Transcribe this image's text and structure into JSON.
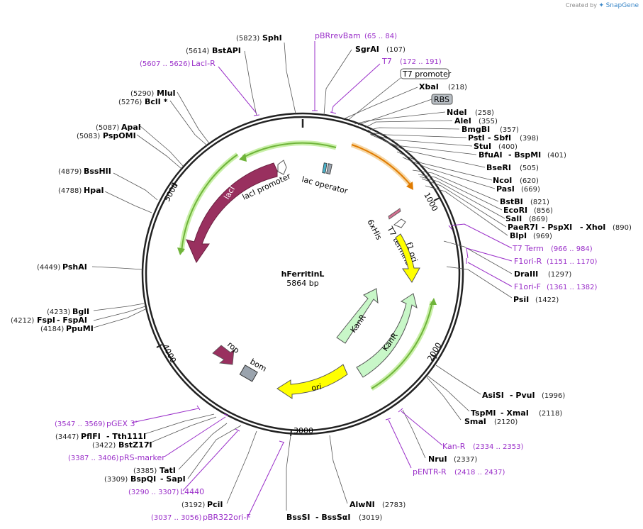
{
  "credit": {
    "prefix": "Created by",
    "brand": "SnapGene"
  },
  "plasmid": {
    "name": "hFerritinL",
    "length": "5864 bp",
    "total_bp": 5864
  },
  "ticks": [
    "1000",
    "2000",
    "3000",
    "4000",
    "5000"
  ],
  "sites": [
    {
      "name": "SphI",
      "coord": "(5823)"
    },
    {
      "name": "SgrAI",
      "coord": "(107)"
    },
    {
      "name": "XbaI",
      "coord": "(218)"
    },
    {
      "name": "NdeI",
      "coord": "(258)"
    },
    {
      "name": "AleI",
      "coord": "(355)"
    },
    {
      "name": "BmgBI",
      "coord": "(357)"
    },
    {
      "name": "PstI",
      "name2": "SbfI",
      "coord": "(398)"
    },
    {
      "name": "StuI",
      "coord": "(400)"
    },
    {
      "name": "BfuAI",
      "name2": "BspMI",
      "coord": "(401)"
    },
    {
      "name": "BseRI",
      "coord": "(505)"
    },
    {
      "name": "NcoI",
      "coord": "(620)"
    },
    {
      "name": "PasI",
      "coord": "(669)"
    },
    {
      "name": "BstBI",
      "coord": "(821)"
    },
    {
      "name": "EcoRI",
      "coord": "(856)"
    },
    {
      "name": "SalI",
      "coord": "(869)"
    },
    {
      "name": "PaeR7I",
      "name2": "PspXI",
      "name3": "XhoI",
      "coord": "(890)"
    },
    {
      "name": "BlpI",
      "coord": "(969)"
    },
    {
      "name": "DraIII",
      "coord": "(1297)"
    },
    {
      "name": "PsiI",
      "coord": "(1422)"
    },
    {
      "name": "AsiSI",
      "name2": "PvuI",
      "coord": "(1996)"
    },
    {
      "name": "TspMI",
      "name2": "XmaI",
      "coord": "(2118)"
    },
    {
      "name": "SmaI",
      "coord": "(2120)"
    },
    {
      "name": "NruI",
      "coord": "(2337)"
    },
    {
      "name": "AlwNI",
      "coord": "(2783)"
    },
    {
      "name": "BssSI",
      "name2": "BssSαI",
      "coord": "(3019)"
    },
    {
      "name": "PciI",
      "coord": "(3192)"
    },
    {
      "name": "BspQI",
      "name2": "SapI",
      "coord": "(3309)"
    },
    {
      "name": "TatI",
      "coord": "(3385)"
    },
    {
      "name": "BstZ17I",
      "coord": "(3422)"
    },
    {
      "name": "PflFI",
      "name2": "Tth111I",
      "coord": "(3447)"
    },
    {
      "name": "FspI",
      "name2": "FspAI",
      "coord": "(4212)"
    },
    {
      "name": "PpuMI",
      "coord": "(4184)"
    },
    {
      "name": "BglI",
      "coord": "(4233)"
    },
    {
      "name": "PshAI",
      "coord": "(4449)"
    },
    {
      "name": "HpaI",
      "coord": "(4788)"
    },
    {
      "name": "BssHII",
      "coord": "(4879)"
    },
    {
      "name": "PspOMI",
      "coord": "(5083)"
    },
    {
      "name": "ApaI",
      "coord": "(5087)"
    },
    {
      "name": "BclI *",
      "coord": "(5276)"
    },
    {
      "name": "MluI",
      "coord": "(5290)"
    },
    {
      "name": "BstAPI",
      "coord": "(5614)"
    }
  ],
  "primers": [
    {
      "name": "pBRrevBam",
      "range": "(65 .. 84)"
    },
    {
      "name": "T7",
      "range": "(172 .. 191)"
    },
    {
      "name": "T7 Term",
      "range": "(966 .. 984)"
    },
    {
      "name": "F1ori-R",
      "range": "(1151 .. 1170)"
    },
    {
      "name": "F1ori-F",
      "range": "(1361 .. 1382)"
    },
    {
      "name": "Kan-R",
      "range": "(2334 .. 2353)"
    },
    {
      "name": "pENTR-R",
      "range": "(2418 .. 2437)"
    },
    {
      "name": "pBR322ori-F",
      "range": "(3037 .. 3056)"
    },
    {
      "name": "L4440",
      "range": "(3290 .. 3307)"
    },
    {
      "name": "pRS-marker",
      "range": "(3387 .. 3406)"
    },
    {
      "name": "pGEX 3'",
      "range": "(3547 .. 3569)"
    },
    {
      "name": "LacI-R",
      "range": "(5607 .. 5626)"
    }
  ],
  "boxed_features": [
    {
      "name": "T7 promoter"
    },
    {
      "name": "RBS"
    }
  ],
  "features": [
    {
      "name": "lacI"
    },
    {
      "name": "lacI promoter"
    },
    {
      "name": "lac operator"
    },
    {
      "name": "6xHis"
    },
    {
      "name": "T7 terminator"
    },
    {
      "name": "f1 ori"
    },
    {
      "name": "KanR"
    },
    {
      "name": "KanR"
    },
    {
      "name": "ori"
    },
    {
      "name": "rop"
    },
    {
      "name": "bom"
    }
  ],
  "colors": {
    "backbone": "#222222",
    "primer": "#9a2fc9",
    "laci": "#99305f",
    "kanr": "#c8f7c8",
    "ori": "#ffff00",
    "orf_green": "#6fb43a",
    "orf_orange": "#e07b00",
    "rop": "#99305f",
    "bom": "#9aa3ad"
  }
}
